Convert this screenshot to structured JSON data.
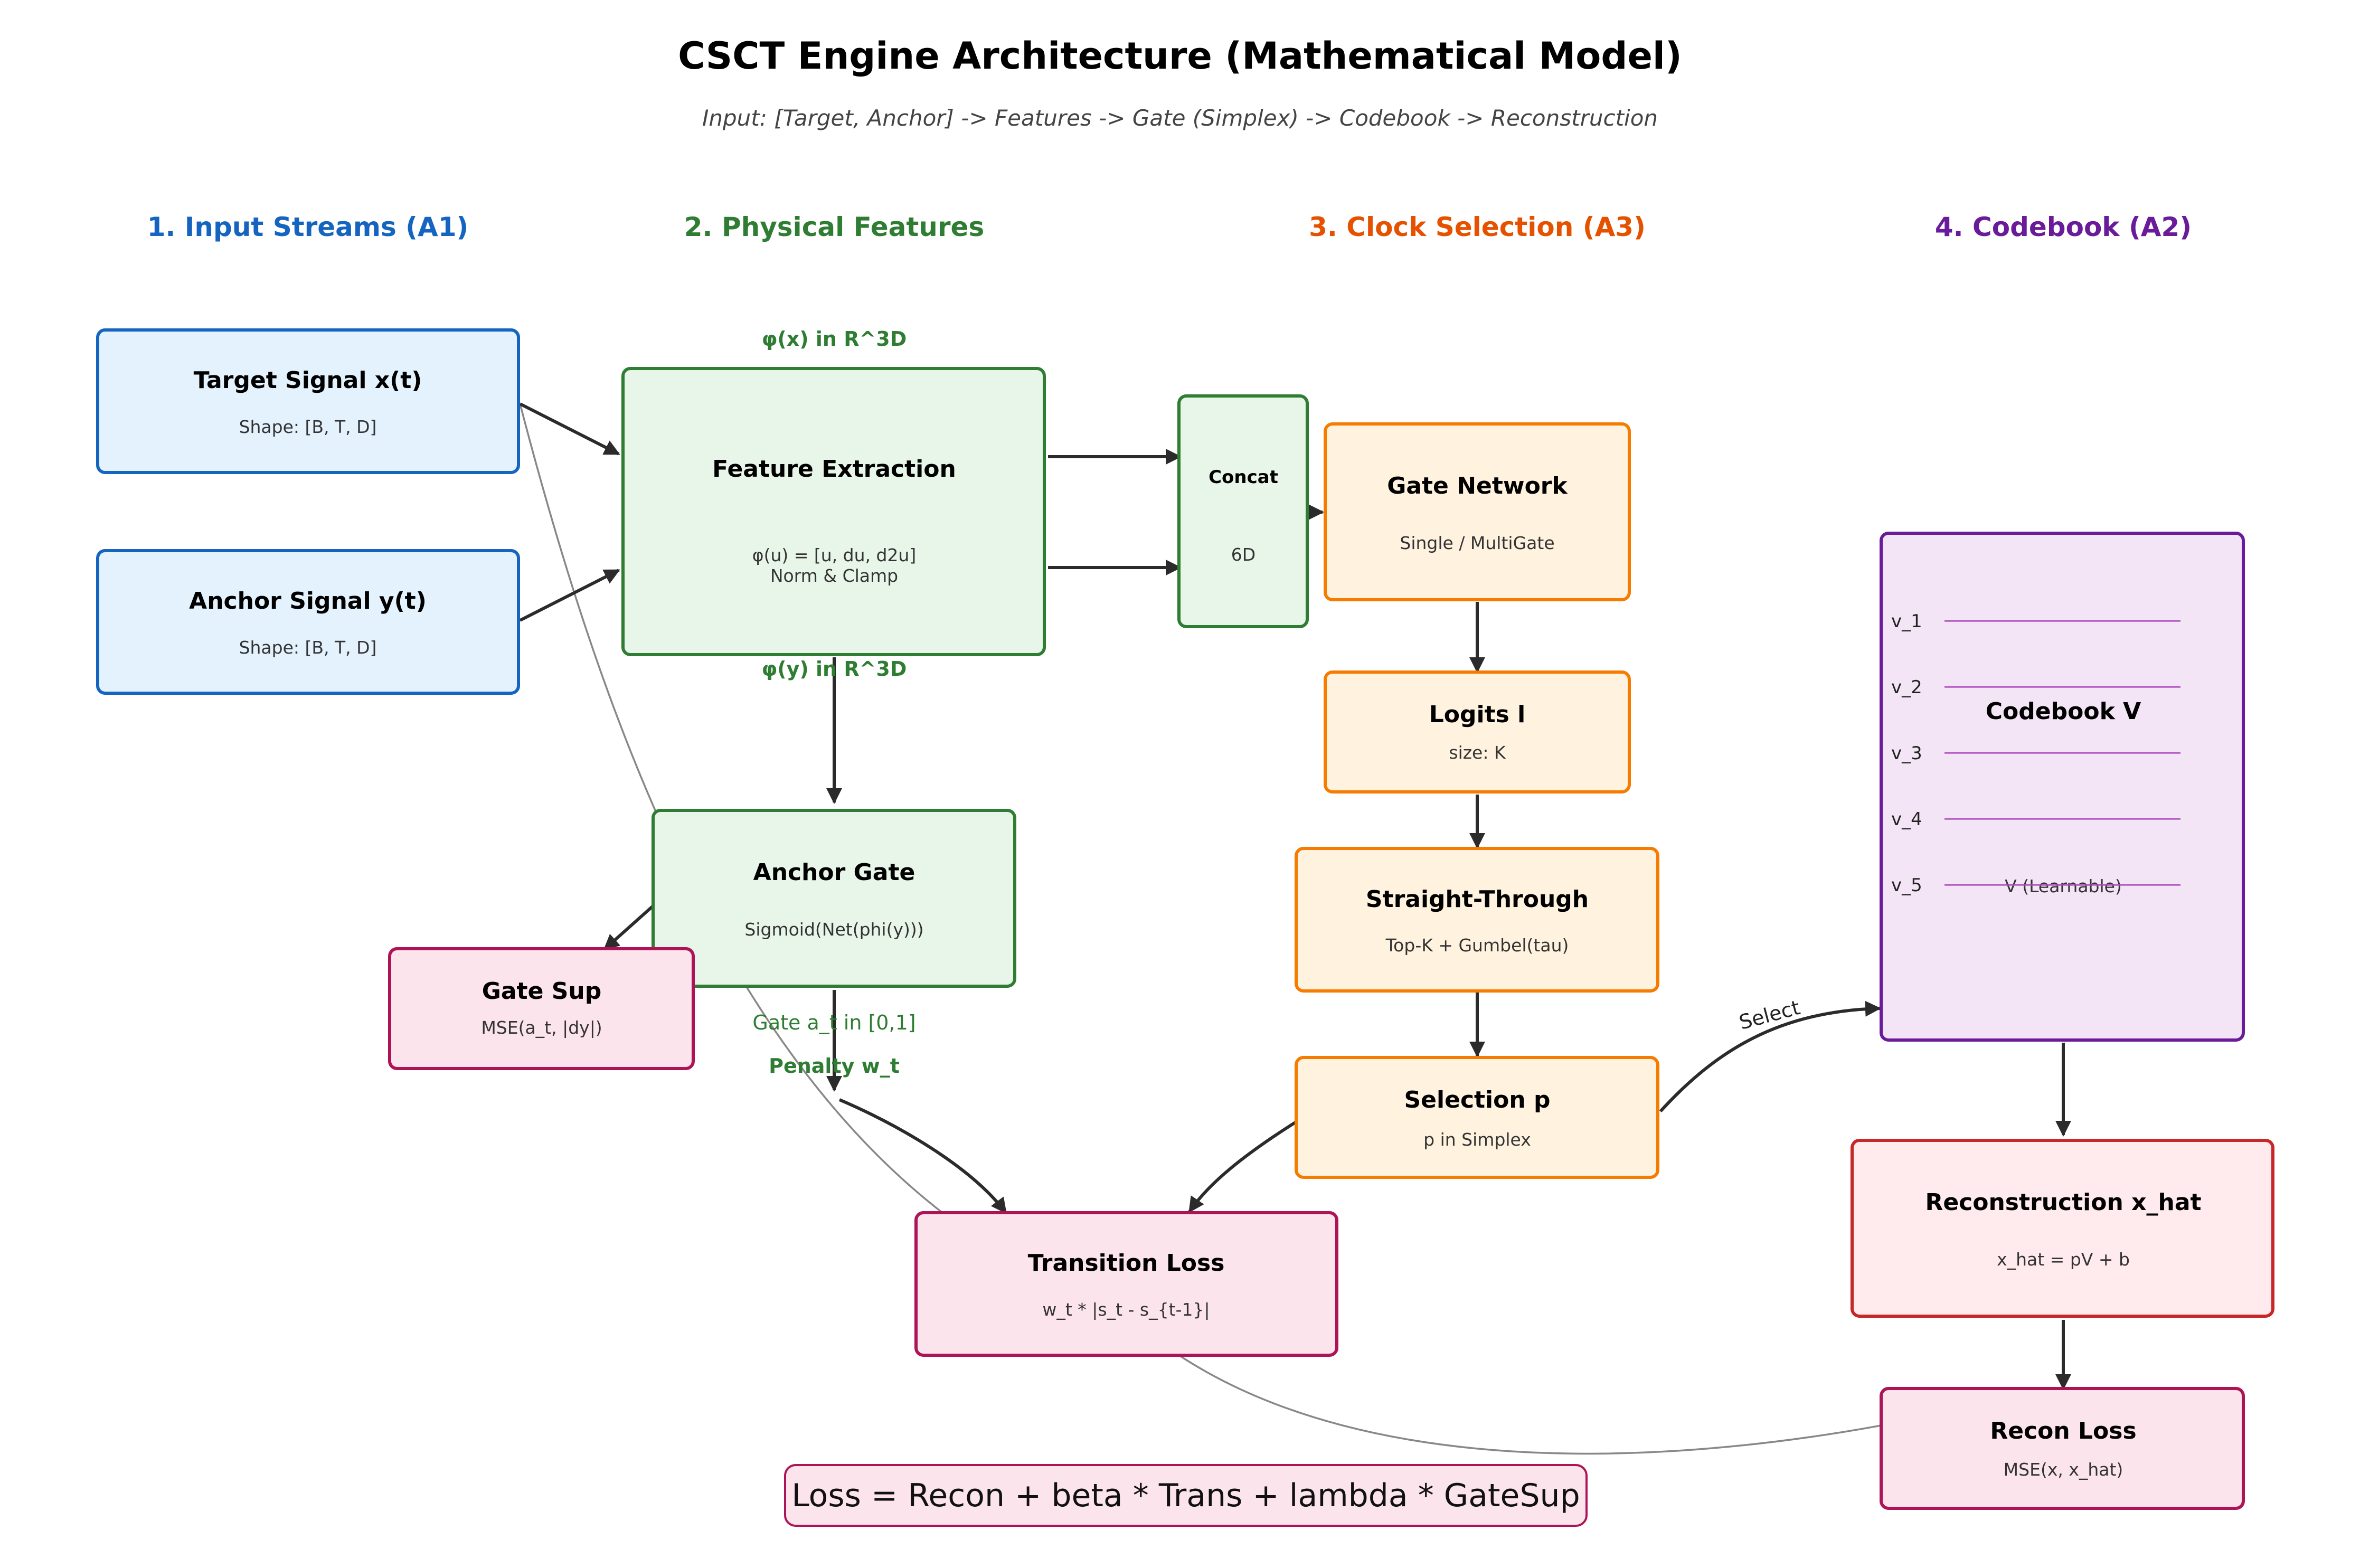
{
  "title": "CSCT Engine Architecture (Mathematical Model)",
  "subtitle": "Input: [Target, Anchor] -> Features -> Gate (Simplex) -> Codebook -> Reconstruction",
  "colors": {
    "input": "#1565c0",
    "features": "#2e7d32",
    "clock": "#e65100",
    "codebook": "#6a1b9a",
    "loss": "#ad1457",
    "recon": "#c62828"
  },
  "columns": {
    "c1": "1. Input Streams (A1)",
    "c2": "2. Physical Features",
    "c3": "3. Clock Selection (A3)",
    "c4": "4. Codebook (A2)"
  },
  "nodes": {
    "target": {
      "title": "Target Signal x(t)",
      "sub": "Shape: [B, T, D]"
    },
    "anchor": {
      "title": "Anchor Signal y(t)",
      "sub": "Shape: [B, T, D]"
    },
    "feature": {
      "title": "Feature Extraction",
      "sub1": "φ(u) = [u, du, d2u]",
      "sub2": "Norm & Clamp"
    },
    "concat": {
      "title": "Concat",
      "sub": "6D"
    },
    "gate_net": {
      "title": "Gate Network",
      "sub": "Single / MultiGate"
    },
    "logits": {
      "title": "Logits l",
      "sub": "size: K"
    },
    "straight": {
      "title": "Straight-Through",
      "sub": "Top-K + Gumbel(tau)"
    },
    "selection": {
      "title": "Selection p",
      "sub": "p in Simplex"
    },
    "anchor_gate": {
      "title": "Anchor Gate",
      "sub": "Sigmoid(Net(phi(y)))"
    },
    "gate_sup": {
      "title": "Gate Sup",
      "sub": "MSE(a_t, |dy|)"
    },
    "transition": {
      "title": "Transition Loss",
      "sub": "w_t * |s_t - s_{t-1}|"
    },
    "codebook": {
      "title": "Codebook V",
      "vectors": [
        "v_1",
        "v_2",
        "v_3",
        "v_4",
        "v_5"
      ],
      "note": "V (Learnable)"
    },
    "recon": {
      "title": "Reconstruction x_hat",
      "sub": "x_hat = pV + b"
    },
    "recon_loss": {
      "title": "Recon Loss",
      "sub": "MSE(x, x_hat)"
    }
  },
  "labels": {
    "phi_x": "φ(x) in R^3D",
    "phi_y": "φ(y) in R^3D",
    "gate_a": "Gate a_t in [0,1]",
    "penalty": "Penalty w_t",
    "select": "Select"
  },
  "formula": "Loss = Recon + beta * Trans + lambda * GateSup"
}
